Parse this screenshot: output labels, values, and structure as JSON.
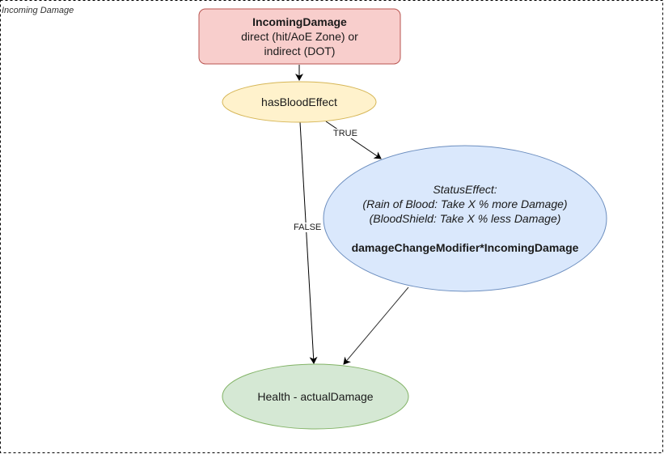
{
  "container": {
    "title": "Incoming Damage"
  },
  "nodes": {
    "incoming": {
      "title": "IncomingDamage",
      "line1": "direct (hit/AoE Zone) or",
      "line2": "indirect (DOT)"
    },
    "has_blood": {
      "label": "hasBloodEffect"
    },
    "status": {
      "line1": "StatusEffect:",
      "line2": "(Rain of Blood: Take X % more Damage)",
      "line3": "(BloodShield: Take X % less Damage)",
      "formula": "damageChangeModifier*IncomingDamage"
    },
    "health": {
      "label": "Health - actualDamage"
    }
  },
  "edges": {
    "true_label": "TRUE",
    "false_label": "FALSE"
  },
  "colors": {
    "incoming_fill": "#f8cecc",
    "incoming_stroke": "#b85450",
    "decision_fill": "#fff2cc",
    "decision_stroke": "#d6b656",
    "status_fill": "#dae8fc",
    "status_stroke": "#6c8ebf",
    "health_fill": "#d5e8d4",
    "health_stroke": "#82b366"
  }
}
